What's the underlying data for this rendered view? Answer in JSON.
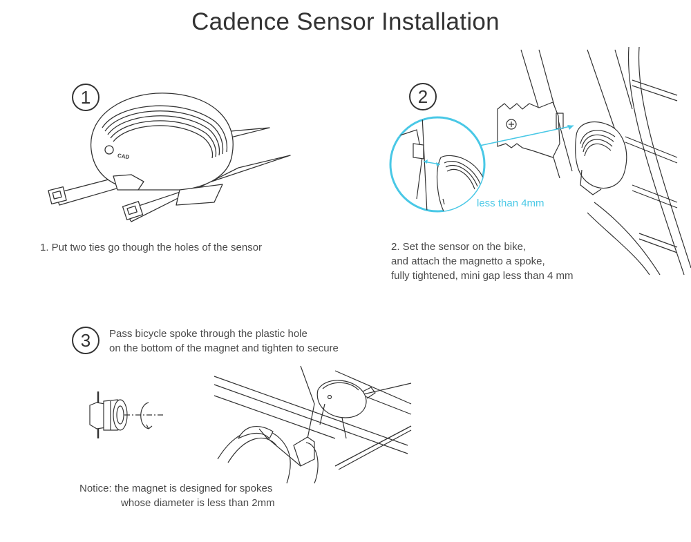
{
  "title": "Cadence Sensor Installation",
  "steps": [
    {
      "number": "1",
      "caption": [
        "1. Put two ties go though the holes of the sensor"
      ]
    },
    {
      "number": "2",
      "caption": [
        "2. Set the sensor on the bike,",
        "and attach the magnetto a spoke,",
        "fully tightened, mini gap less than 4 mm"
      ],
      "gap_label": "less than 4mm"
    },
    {
      "number": "3",
      "caption": [
        "Pass bicycle spoke through the plastic hole",
        "on the bottom of the magnet and tighten to secure"
      ]
    }
  ],
  "sensor_label": "CAD",
  "notice": [
    "Notice: the magnet is designed for spokes",
    "whose diameter is less than 2mm"
  ],
  "colors": {
    "accent": "#49c8e6",
    "line": "#333333"
  }
}
